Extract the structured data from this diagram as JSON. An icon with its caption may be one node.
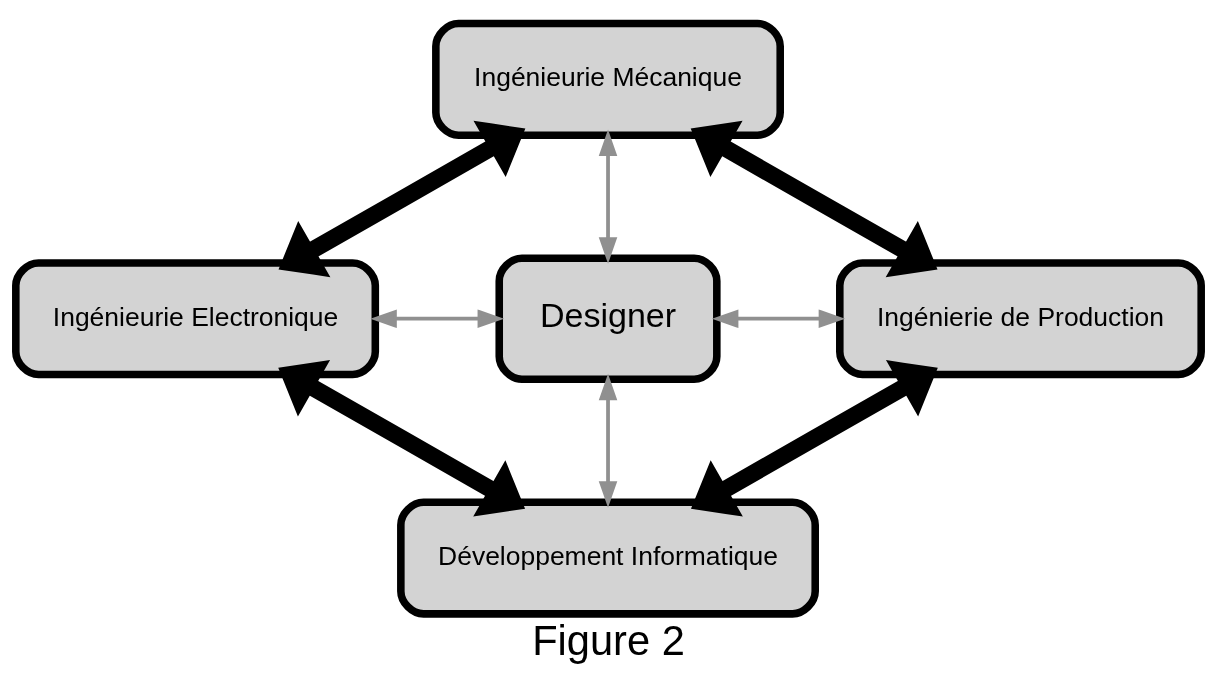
{
  "diagram": {
    "caption": "Figure 2",
    "nodes": [
      {
        "text": [
          "Ingénieurie Mécanique"
        ]
      },
      {
        "text": [
          "Ingénieurie Electronique"
        ]
      },
      {
        "text": [
          "Designer"
        ]
      },
      {
        "text": [
          "Ingénierie de Production"
        ]
      },
      {
        "text": [
          "Développement Informatique"
        ]
      }
    ],
    "edges": [
      {
        "from": 2,
        "to": 0,
        "arrow": "both"
      },
      {
        "from": 1,
        "to": 2,
        "arrow": "both"
      },
      {
        "from": 2,
        "to": 3,
        "arrow": "both"
      },
      {
        "from": 2,
        "to": 4,
        "arrow": "both"
      },
      {
        "from": 1,
        "to": 0,
        "arrow": "both",
        "style": "thick",
        "color": "#000000"
      },
      {
        "from": 0,
        "to": 3,
        "arrow": "both",
        "style": "thick",
        "color": "#000000"
      },
      {
        "from": 1,
        "to": 4,
        "arrow": "both",
        "style": "thick",
        "color": "#000000"
      },
      {
        "from": 3,
        "to": 4,
        "arrow": "both",
        "style": "thick",
        "color": "#000000"
      }
    ]
  }
}
